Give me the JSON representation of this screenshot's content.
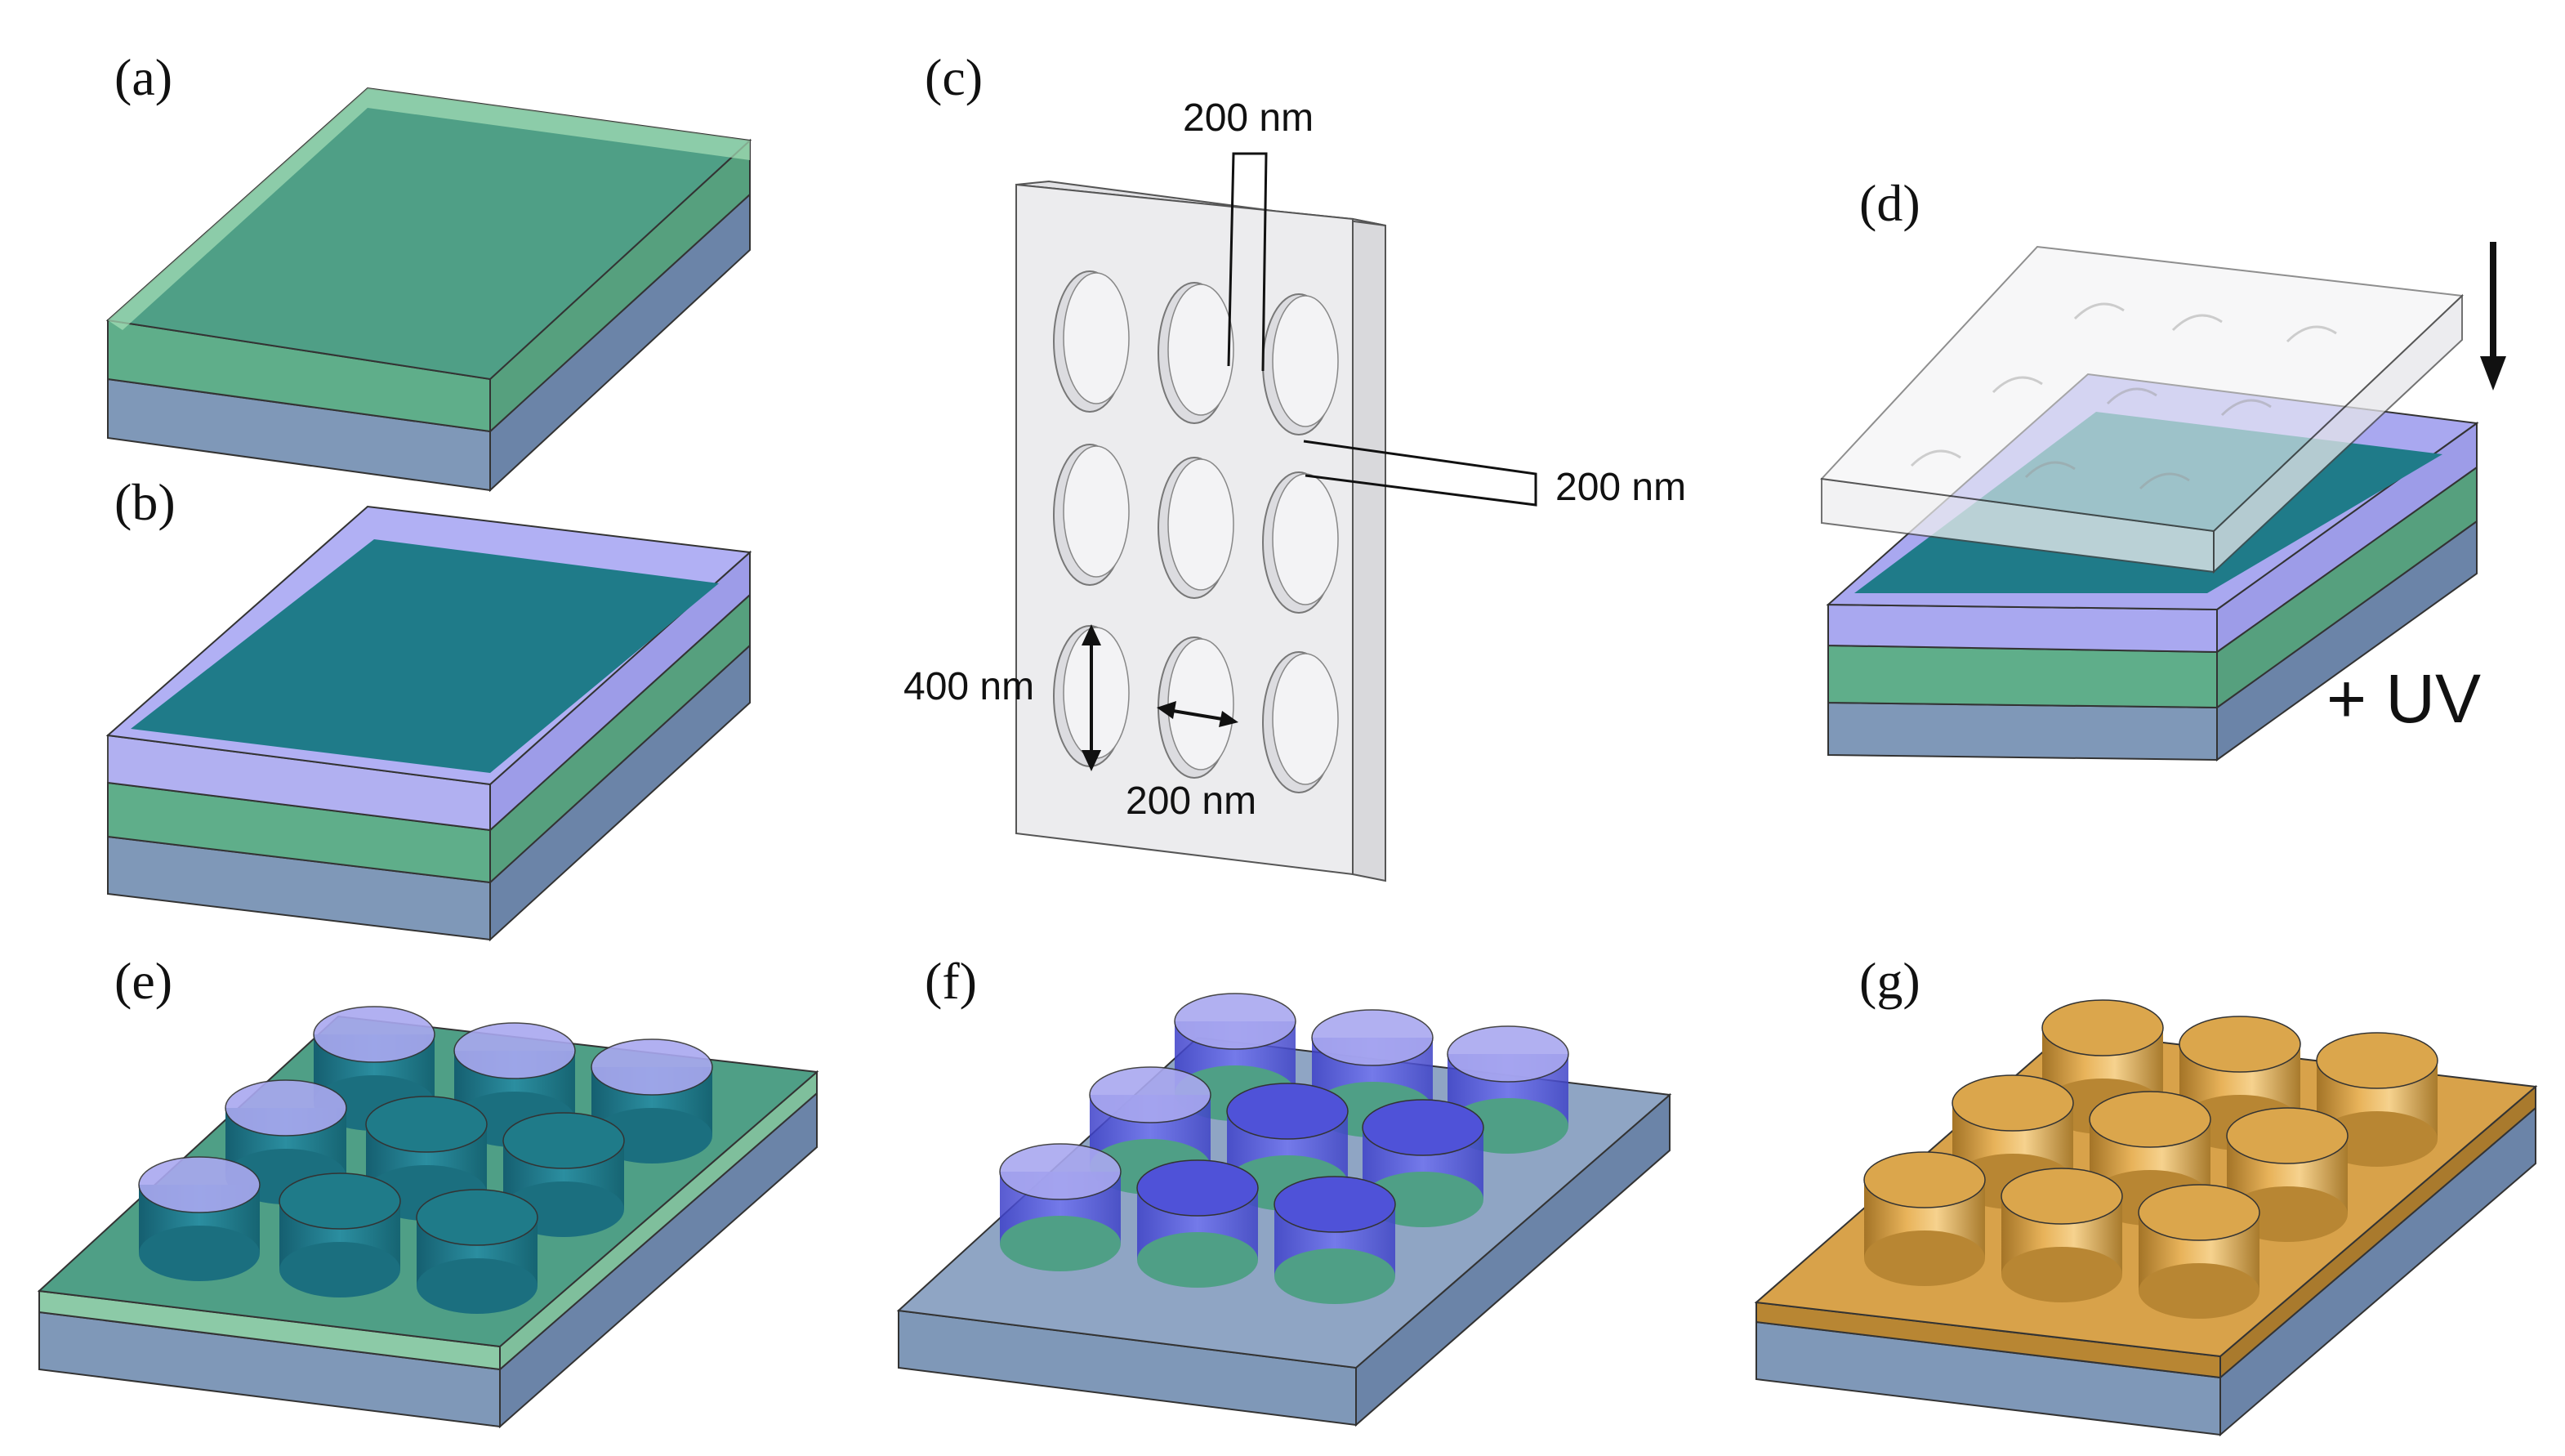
{
  "panels": {
    "a": {
      "label": "(a)"
    },
    "b": {
      "label": "(b)"
    },
    "c": {
      "label": "(c)",
      "dim_top": "200 nm",
      "dim_right": "200 nm",
      "dim_height": "400 nm",
      "dim_width": "200 nm"
    },
    "d": {
      "label": "(d)",
      "uv": "+ UV"
    },
    "e": {
      "label": "(e)"
    },
    "f": {
      "label": "(f)"
    },
    "g": {
      "label": "(g)"
    }
  },
  "colors": {
    "substrate_top": "#8fa5c4",
    "substrate_front": "#7f98b8",
    "substrate_side": "#6b84a8",
    "green_layer": "#4f9f86",
    "green_light": "#a6dfb8",
    "resist_purple": "#a9a8f0",
    "resist_teal": "#1f7b89",
    "gold_top": "#d8a24a",
    "gold_side": "#b88633",
    "mold": "#ececee"
  }
}
